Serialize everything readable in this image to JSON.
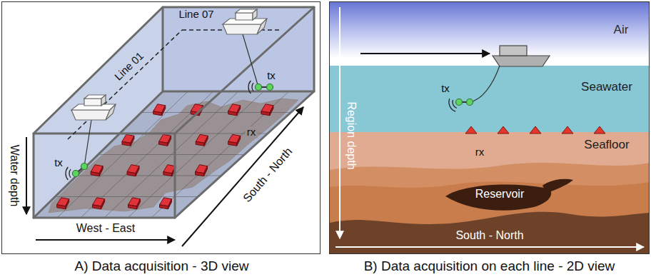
{
  "diagram": {
    "nodes": [
      {
        "text": [
          "A) Data acquisition - 3D view"
        ]
      },
      {
        "text": [
          "B) Data acquisition on each line - 2D view"
        ]
      },
      {
        "text": [
          "Air"
        ],
        "in": 1
      },
      {
        "text": [
          "Seawater"
        ],
        "in": 1
      },
      {
        "text": [
          "Seafloor"
        ],
        "in": 1
      },
      {
        "text": [
          "Reservoir"
        ],
        "in": 4
      }
    ],
    "labels": [
      "Line 07",
      "Line 01",
      "tx",
      "tx",
      "rx",
      "Water depth",
      "West - East",
      "South - North",
      "tx",
      "rx",
      "Region depth",
      "South - North"
    ]
  }
}
